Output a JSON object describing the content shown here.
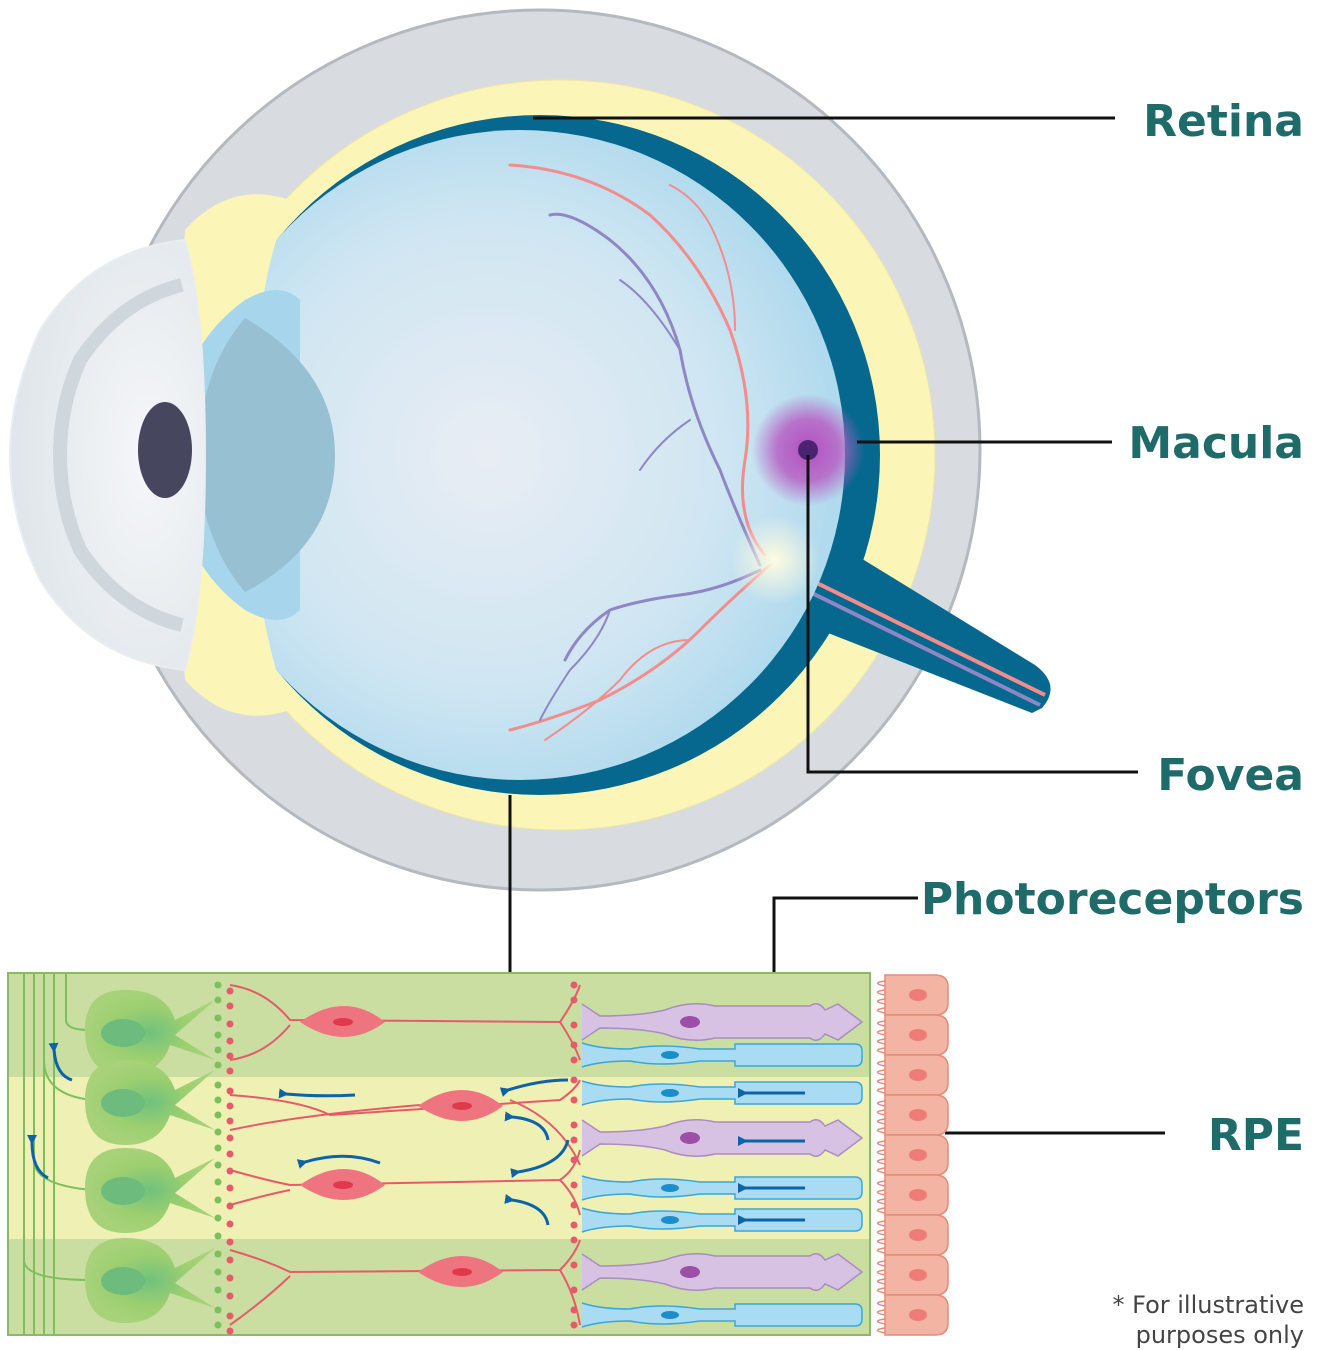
{
  "labels": {
    "retina": "Retina",
    "macula": "Macula",
    "fovea": "Fovea",
    "photoreceptors": "Photoreceptors",
    "rpe": "RPE"
  },
  "note": {
    "line1": "* For illustrative",
    "line2": "purposes only"
  },
  "colors": {
    "label_text": "#1f6b6a",
    "sclera": "#d8dce0",
    "choroid": "#fbf6b7",
    "retina": "#06688f",
    "vitreous": "#bcdff0",
    "artery": "#f28d8d",
    "vein": "#8f86c4",
    "macula": "#a14fb3",
    "ganglion_cell": "#8dc86f",
    "bipolar_cell": "#ee7580",
    "rod": "#a9dcf3",
    "cone": "#d8c2e3",
    "rpe_cell": "#f3b4a4",
    "signal_arrow": "#0d63a8"
  }
}
